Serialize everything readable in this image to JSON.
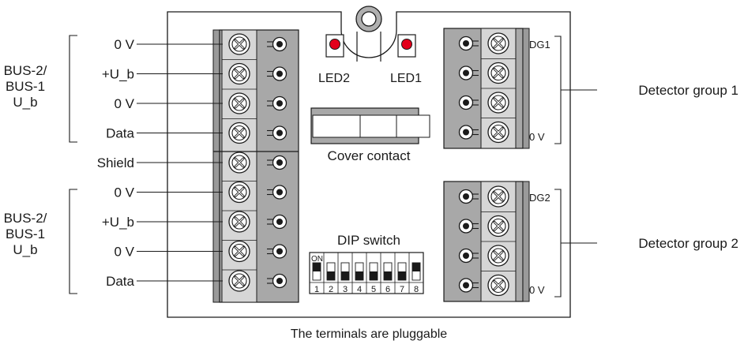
{
  "left_groups": [
    {
      "group_label": [
        "BUS-2/",
        "BUS-1",
        "U_b"
      ],
      "terminals": [
        "0 V",
        "+U_b",
        "0 V",
        "Data"
      ]
    },
    {
      "group_label": [
        "BUS-2/",
        "BUS-1",
        "U_b"
      ],
      "terminals": [
        "0 V",
        "+U_b",
        "0 V",
        "Data"
      ]
    }
  ],
  "shield_label": "Shield",
  "leds": {
    "led2": "LED2",
    "led1": "LED1",
    "color": "#e3001b"
  },
  "cover_contact_label": "Cover contact",
  "dip_switch": {
    "label": "DIP switch",
    "on_label": "ON",
    "numbers": [
      "1",
      "2",
      "3",
      "4",
      "5",
      "6",
      "7",
      "8"
    ],
    "on_positions": [
      true,
      false,
      false,
      false,
      false,
      false,
      false,
      true
    ]
  },
  "right_groups": [
    {
      "top_label": "DG1",
      "bottom_label": "0 V",
      "name": "Detector group 1"
    },
    {
      "top_label": "DG2",
      "bottom_label": "0 V",
      "name": "Detector group 2"
    }
  ],
  "caption": "The terminals are pluggable",
  "colors": {
    "terminal_block": "#a8a8a8",
    "terminal_screw_bg": "#d6d6d6",
    "outline": "#1a1a1a"
  }
}
